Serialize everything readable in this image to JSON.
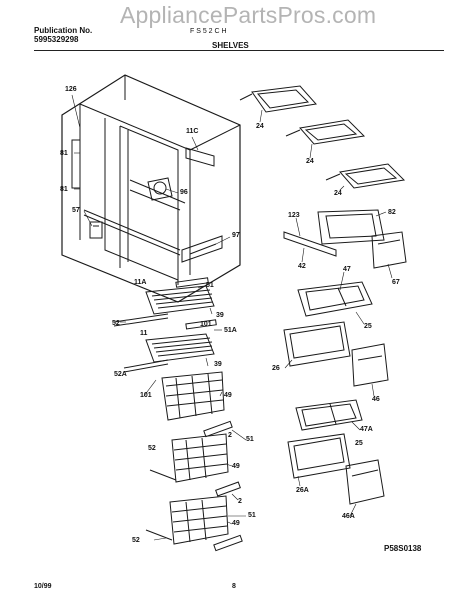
{
  "header": {
    "publication_label": "Publication No.",
    "publication_number": "5995329298",
    "model_label": "F S 5 2 C H",
    "section_title": "SHELVES"
  },
  "watermark": "AppliancePartsPros.com",
  "part_labels": {
    "p126": "126",
    "p81a": "81",
    "p81b": "81",
    "p57": "57",
    "p11c": "11C",
    "p96": "96",
    "p97": "97",
    "p24a": "24",
    "p24b": "24",
    "p24c": "24",
    "p123": "123",
    "p82": "82",
    "p42": "42",
    "p47": "47",
    "p67": "67",
    "p25a": "25",
    "p26": "26",
    "p46": "46",
    "p11a": "11A",
    "p51a": "51",
    "p39a": "39",
    "p52a": "52",
    "p101a": "101",
    "p51A": "51A",
    "p11": "11",
    "p39b": "39",
    "p52A": "52A",
    "p101b": "101",
    "p49a": "49",
    "p47A": "47A",
    "p25b": "25",
    "p2a": "2",
    "p51b": "51",
    "p52b": "52",
    "p49b": "49",
    "p26A": "26A",
    "p2b": "2",
    "p46A": "46A",
    "p51c": "51",
    "p52c": "52",
    "p49c": "49"
  },
  "diagram_code": "P58S0138",
  "footer": {
    "date": "10/99",
    "page_number": "8"
  }
}
